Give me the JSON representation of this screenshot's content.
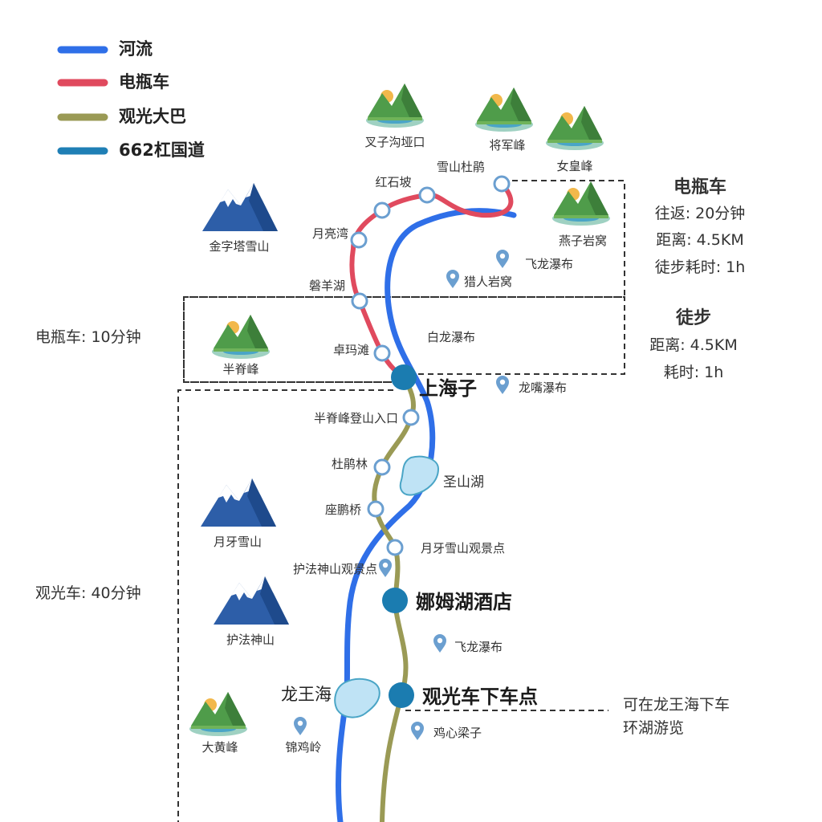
{
  "colors": {
    "river": "#2f6fe8",
    "ebike": "#e04a5e",
    "bus": "#9a9a55",
    "highway": "#1f7fb5",
    "station": "#1b7cb0",
    "pin": "#6b9fd0"
  },
  "legend": [
    {
      "label": "河流",
      "color": "#2f6fe8"
    },
    {
      "label": "电瓶车",
      "color": "#e04a5e"
    },
    {
      "label": "观光大巴",
      "color": "#9a9a55"
    },
    {
      "label": "662杠国道",
      "color": "#1f7fb5"
    }
  ],
  "peaks": {
    "chazigou": "叉子沟垭口",
    "jiangjun": "将军峰",
    "nvhuang": "女皇峰",
    "yanziyan": "燕子岩窝",
    "banji": "半脊峰",
    "dahuang": "大黄峰"
  },
  "snow_mountains": {
    "jinzita": "金字塔雪山",
    "yueya": "月牙雪山",
    "hufa": "护法神山"
  },
  "stops": {
    "xueshandupeng": "雪山杜鹃",
    "hongshipo": "红石坡",
    "yueliangwan": "月亮湾",
    "panyanghu": "磐羊湖",
    "zhuomatan": "卓玛滩",
    "banji_entrance": "半脊峰登山入口",
    "dupenglin": "杜鹃林",
    "zuopengqiao": "座鹏桥",
    "yueya_view": "月牙雪山观景点",
    "hufa_view": "护法神山观景点"
  },
  "pois": {
    "feilong1": "飞龙瀑布",
    "lierenyan": "猎人岩窝",
    "bailong": "白龙瀑布",
    "longzui": "龙嘴瀑布",
    "feilong2": "飞龙瀑布",
    "jixinliangzi": "鸡心梁子",
    "jinjiling": "锦鸡岭"
  },
  "lakes": {
    "shengshan": "圣山湖",
    "longwang": "龙王海"
  },
  "stations": {
    "shanghaizi": "上海子",
    "namuhu": "娜姆湖酒店",
    "dropoff": "观光车下车点"
  },
  "left_notes": {
    "ebike": "电瓶车: 10分钟",
    "bus": "观光车: 40分钟"
  },
  "right_notes": {
    "ebike_title": "电瓶车",
    "ebike_lines": [
      "往返: 20分钟",
      "距离: 4.5KM",
      "徒步耗时: 1h"
    ],
    "hike_title": "徒步",
    "hike_lines": [
      "距离: 4.5KM",
      "耗时: 1h"
    ],
    "dropoff_note": [
      "可在龙王海下车",
      "环湖游览"
    ]
  }
}
